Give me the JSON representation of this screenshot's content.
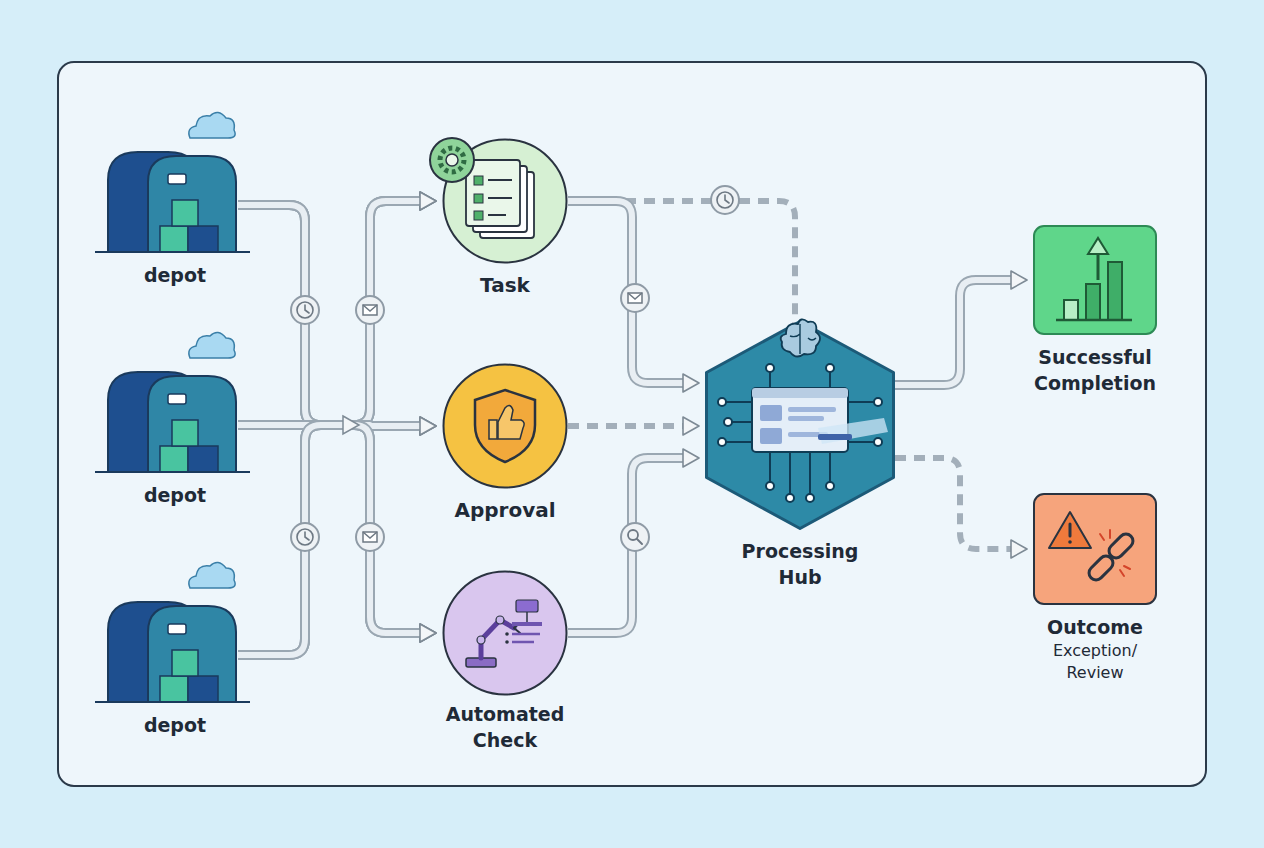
{
  "diagram": {
    "nodes": [
      {
        "text": [
          "depot"
        ]
      },
      {
        "text": [
          "depot"
        ]
      },
      {
        "text": [
          "depot"
        ]
      },
      {
        "text": [
          "Task"
        ]
      },
      {
        "text": [
          "Approval"
        ]
      },
      {
        "text": [
          "Automated Check"
        ]
      },
      {
        "text": [
          "Processing Hub"
        ]
      },
      {
        "text": [
          "Successful Completion"
        ]
      },
      {
        "text": [
          "Outcome",
          "Exception/ Review"
        ]
      }
    ],
    "edges": [
      {
        "from": 0,
        "to": 3,
        "arrow": "to"
      },
      {
        "from": 0,
        "to": 4,
        "arrow": "to"
      },
      {
        "from": 0,
        "to": 5,
        "arrow": "to"
      },
      {
        "from": 1,
        "to": 3,
        "arrow": "to"
      },
      {
        "from": 1,
        "to": 4,
        "arrow": "to"
      },
      {
        "from": 1,
        "to": 5,
        "arrow": "to"
      },
      {
        "from": 2,
        "to": 3,
        "arrow": "to"
      },
      {
        "from": 2,
        "to": 4,
        "arrow": "to"
      },
      {
        "from": 2,
        "to": 5,
        "arrow": "to"
      },
      {
        "from": 3,
        "to": 6,
        "arrow": "to"
      },
      {
        "from": 4,
        "to": 6,
        "arrow": "to"
      },
      {
        "from": 5,
        "to": 6,
        "arrow": "to"
      },
      {
        "from": 3,
        "to": 6,
        "arrow": "none"
      },
      {
        "from": 6,
        "to": 7,
        "arrow": "to"
      },
      {
        "from": 6,
        "to": 8,
        "arrow": "to"
      }
    ]
  }
}
